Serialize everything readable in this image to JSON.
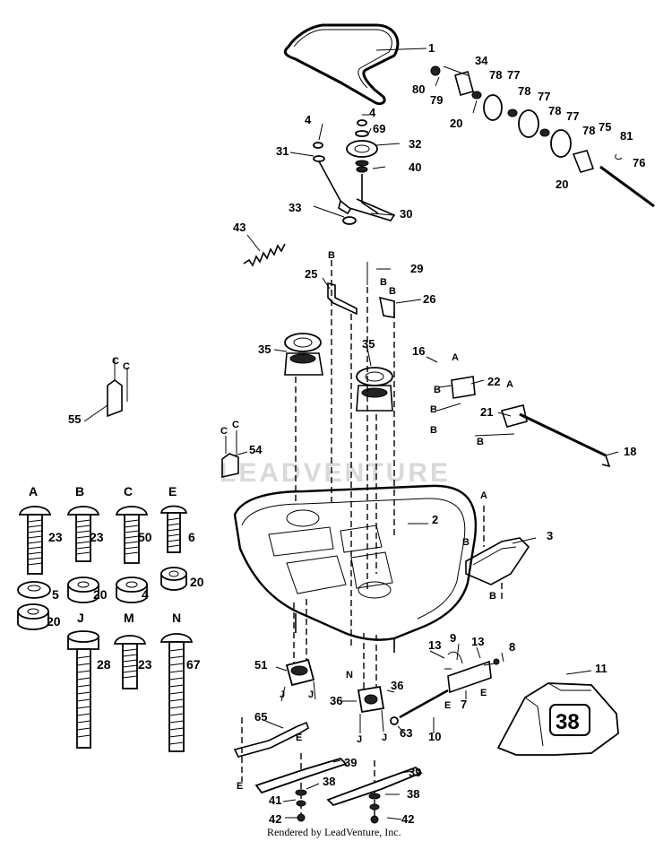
{
  "watermark": "LEADVENTURE",
  "credit": "Rendered by LeadVenture, Inc.",
  "callouts": [
    "1",
    "34",
    "80",
    "79",
    "78",
    "77",
    "78",
    "77",
    "78",
    "77",
    "20",
    "78",
    "75",
    "81",
    "76",
    "20",
    "4",
    "4",
    "69",
    "32",
    "31",
    "40",
    "33",
    "30",
    "43",
    "29",
    "25",
    "26",
    "35",
    "35",
    "16",
    "22",
    "21",
    "18",
    "55",
    "54",
    "2",
    "3",
    "51",
    "36",
    "36",
    "63",
    "13",
    "9",
    "13",
    "8",
    "7",
    "10",
    "11",
    "65",
    "39",
    "38",
    "41",
    "42",
    "39",
    "38",
    "42"
  ],
  "letter_marks": [
    "B",
    "B",
    "B",
    "A",
    "C",
    "C",
    "C",
    "C",
    "A",
    "B",
    "B",
    "B",
    "B",
    "A",
    "B",
    "B",
    "E",
    "E",
    "E",
    "E",
    "J",
    "J",
    "J",
    "J",
    "N"
  ],
  "decal_text": "38",
  "hardware": [
    {
      "letter": "A",
      "qty": "23"
    },
    {
      "letter": "B",
      "qty": "23"
    },
    {
      "letter": "C",
      "qty": "50"
    },
    {
      "letter": "E",
      "qty": "6"
    },
    {
      "letter": "J",
      "qty": "28"
    },
    {
      "letter": "M",
      "qty": "23"
    },
    {
      "letter": "N",
      "qty": "67"
    }
  ],
  "nuts": [
    {
      "qty": "5"
    },
    {
      "qty": "20"
    },
    {
      "qty": "4"
    },
    {
      "qty": "20"
    },
    {
      "qty": "20"
    }
  ]
}
